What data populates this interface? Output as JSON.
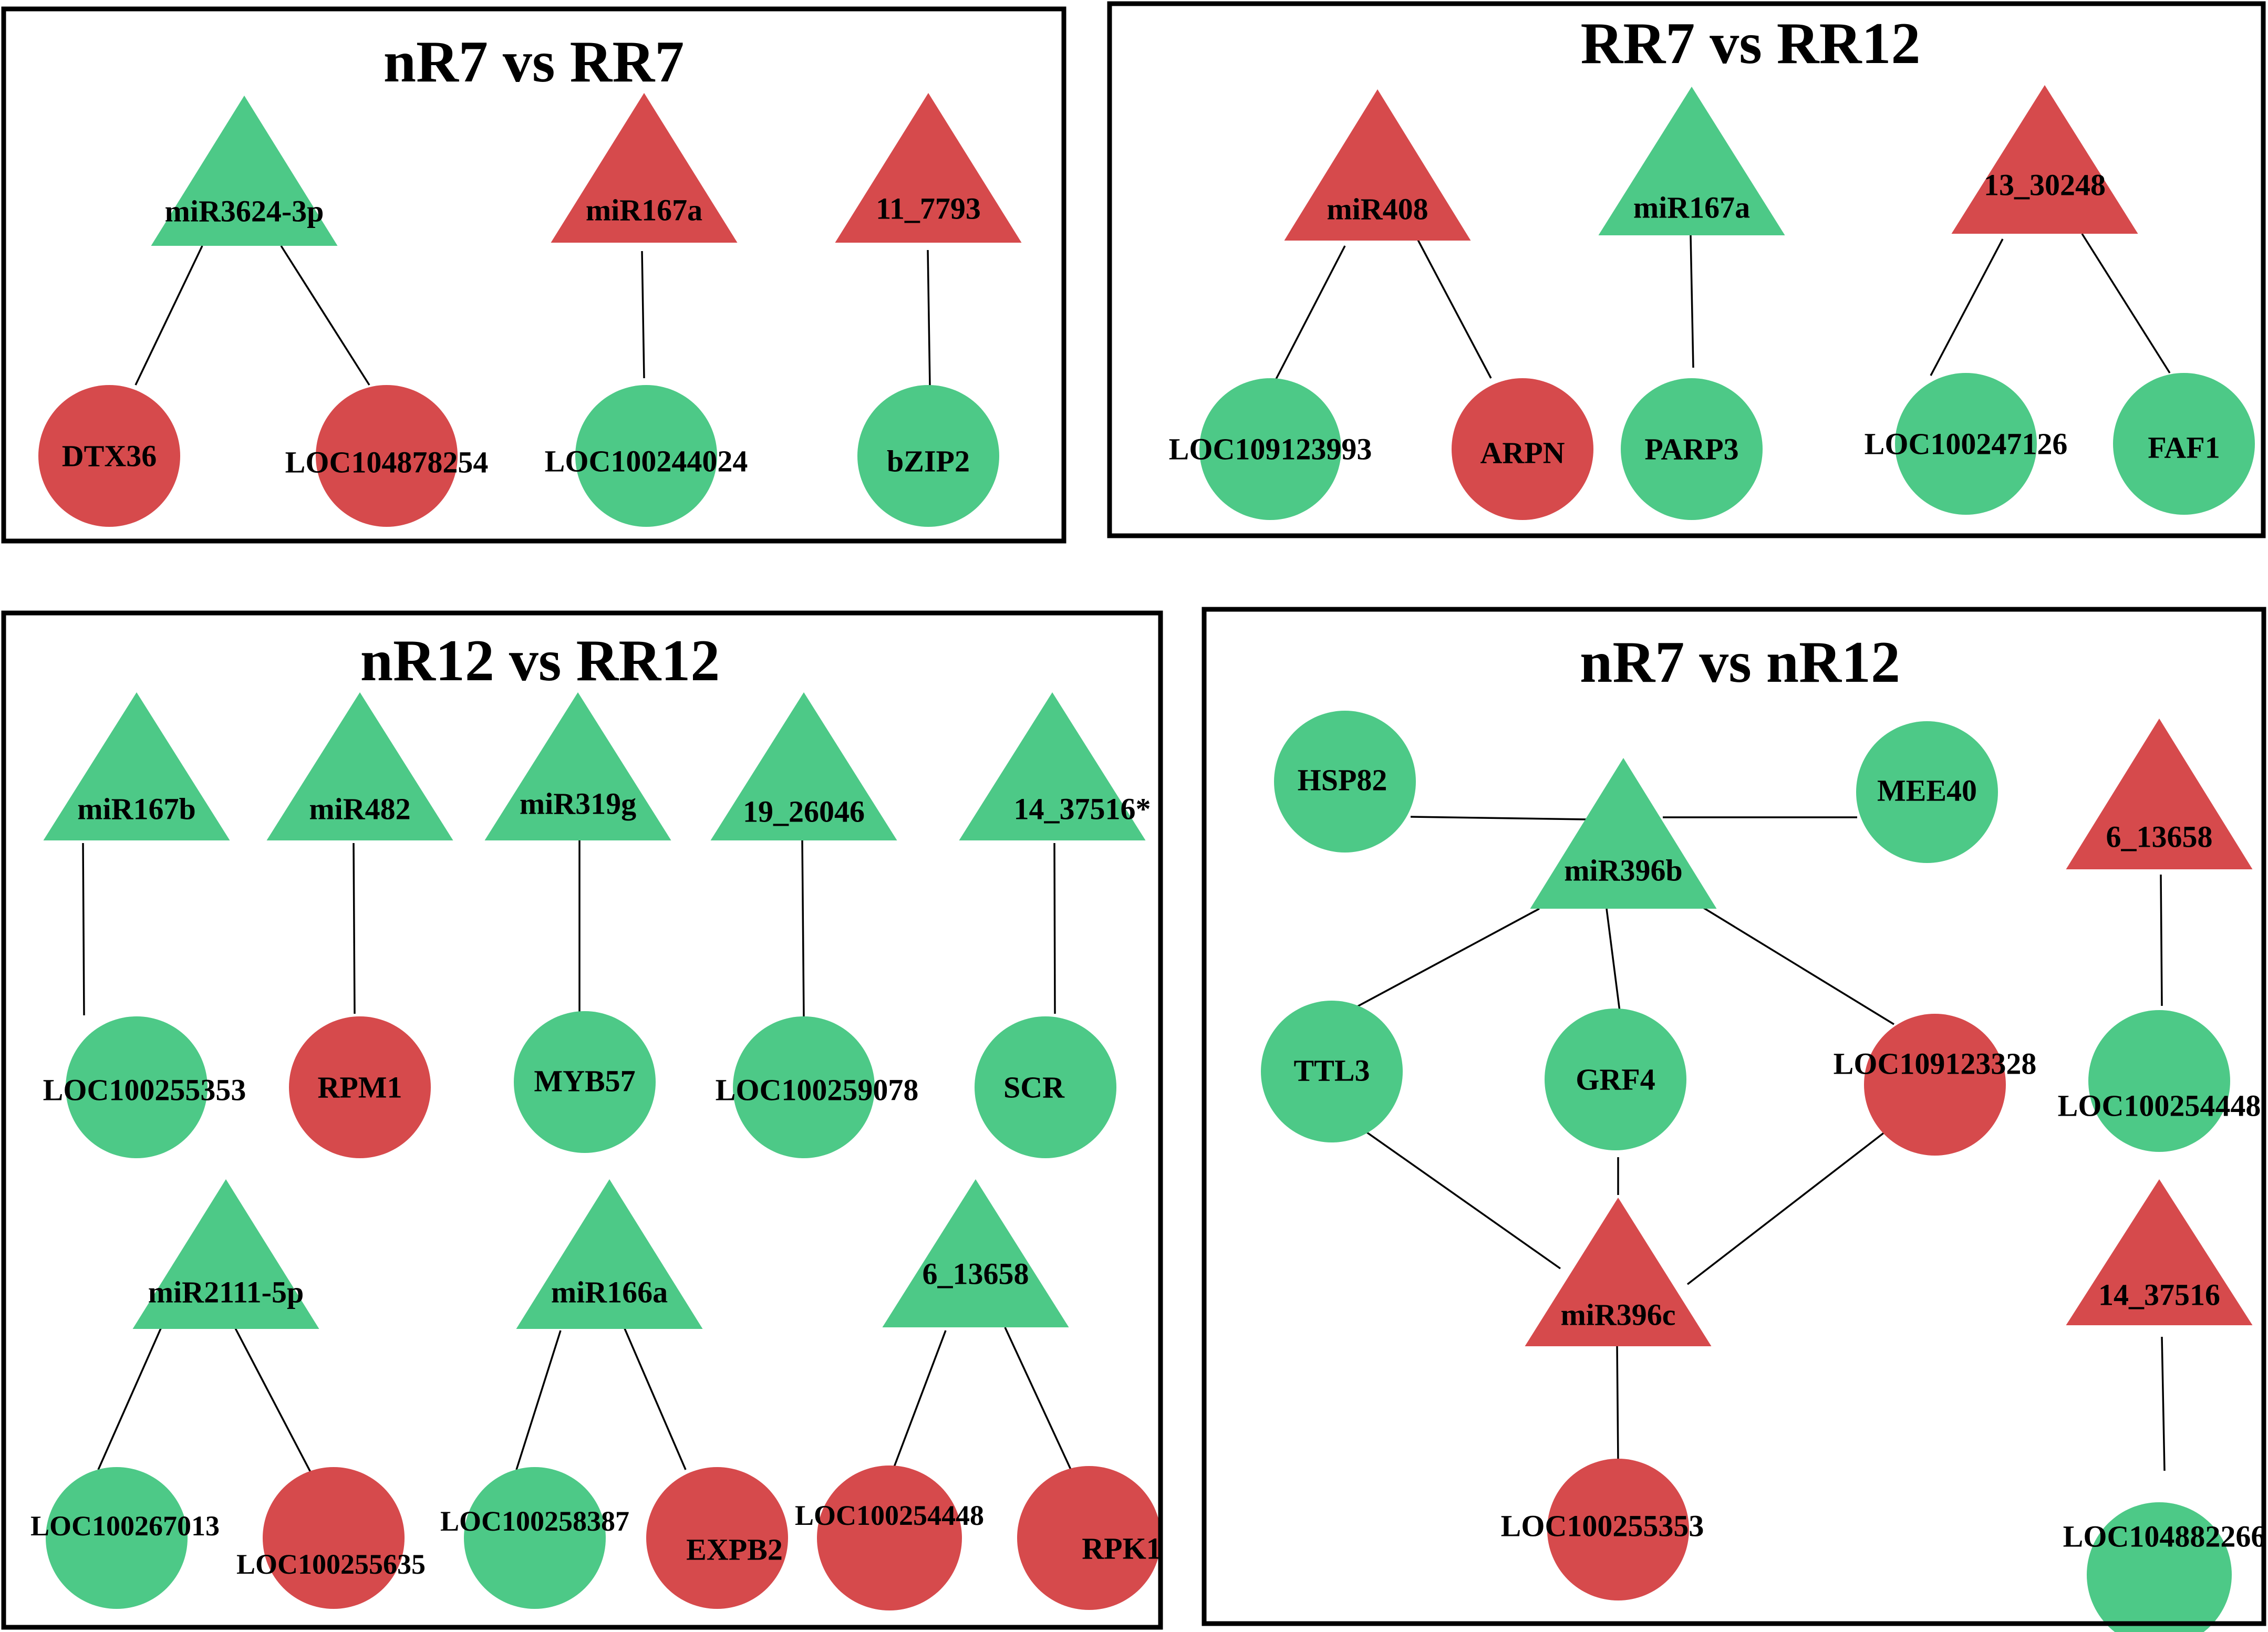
{
  "colors": {
    "down": "#4dc987",
    "up": "#d64a4c",
    "edge": "#000000",
    "frame": "#000000"
  },
  "panels": [
    {
      "title": "nR7 vs RR7",
      "nodes": [
        {
          "id": "a1",
          "label": "miR3624-3p",
          "shape": "triangle",
          "status": "down"
        },
        {
          "id": "a2",
          "label": "miR167a",
          "shape": "triangle",
          "status": "up"
        },
        {
          "id": "a3",
          "label": "11_7793",
          "shape": "triangle",
          "status": "up"
        },
        {
          "id": "a4",
          "label": "DTX36",
          "shape": "circle",
          "status": "up"
        },
        {
          "id": "a5",
          "label": "LOC104878254",
          "shape": "circle",
          "status": "up"
        },
        {
          "id": "a6",
          "label": "LOC100244024",
          "shape": "circle",
          "status": "down"
        },
        {
          "id": "a7",
          "label": "bZIP2",
          "shape": "circle",
          "status": "down"
        }
      ],
      "edges": [
        [
          "a1",
          "a4"
        ],
        [
          "a1",
          "a5"
        ],
        [
          "a2",
          "a6"
        ],
        [
          "a3",
          "a7"
        ]
      ]
    },
    {
      "title": "RR7 vs RR12",
      "nodes": [
        {
          "id": "b1",
          "label": "miR408",
          "shape": "triangle",
          "status": "up"
        },
        {
          "id": "b2",
          "label": "miR167a",
          "shape": "triangle",
          "status": "down"
        },
        {
          "id": "b3",
          "label": "13_30248",
          "shape": "triangle",
          "status": "up"
        },
        {
          "id": "b4",
          "label": "LOC109123993",
          "shape": "circle",
          "status": "down"
        },
        {
          "id": "b5",
          "label": "ARPN",
          "shape": "circle",
          "status": "up"
        },
        {
          "id": "b6",
          "label": "PARP3",
          "shape": "circle",
          "status": "down"
        },
        {
          "id": "b7",
          "label": "LOC100247126",
          "shape": "circle",
          "status": "down"
        },
        {
          "id": "b8",
          "label": "FAF1",
          "shape": "circle",
          "status": "down"
        }
      ],
      "edges": [
        [
          "b1",
          "b4"
        ],
        [
          "b1",
          "b5"
        ],
        [
          "b2",
          "b6"
        ],
        [
          "b3",
          "b7"
        ],
        [
          "b3",
          "b8"
        ]
      ]
    },
    {
      "title": "nR12 vs RR12",
      "nodes": [
        {
          "id": "c1",
          "label": "miR167b",
          "shape": "triangle",
          "status": "down"
        },
        {
          "id": "c2",
          "label": "miR482",
          "shape": "triangle",
          "status": "down"
        },
        {
          "id": "c3",
          "label": "miR319g",
          "shape": "triangle",
          "status": "down"
        },
        {
          "id": "c4",
          "label": "19_26046",
          "shape": "triangle",
          "status": "down"
        },
        {
          "id": "c5",
          "label": "14_37516*",
          "shape": "triangle",
          "status": "down"
        },
        {
          "id": "c6",
          "label": "LOC100255353",
          "shape": "circle",
          "status": "down"
        },
        {
          "id": "c7",
          "label": "RPM1",
          "shape": "circle",
          "status": "up"
        },
        {
          "id": "c8",
          "label": "MYB57",
          "shape": "circle",
          "status": "down"
        },
        {
          "id": "c9",
          "label": "LOC100259078",
          "shape": "circle",
          "status": "down"
        },
        {
          "id": "c10",
          "label": "SCR",
          "shape": "circle",
          "status": "down"
        },
        {
          "id": "c11",
          "label": "miR2111-5p",
          "shape": "triangle",
          "status": "down"
        },
        {
          "id": "c12",
          "label": "miR166a",
          "shape": "triangle",
          "status": "down"
        },
        {
          "id": "c13",
          "label": "6_13658",
          "shape": "triangle",
          "status": "down"
        },
        {
          "id": "c14",
          "label": "LOC100267013",
          "shape": "circle",
          "status": "down"
        },
        {
          "id": "c15",
          "label": "LOC100255635",
          "shape": "circle",
          "status": "up"
        },
        {
          "id": "c16",
          "label": "LOC100258387",
          "shape": "circle",
          "status": "down"
        },
        {
          "id": "c17",
          "label": "EXPB2",
          "shape": "circle",
          "status": "up"
        },
        {
          "id": "c18",
          "label": "LOC100254448",
          "shape": "circle",
          "status": "up"
        },
        {
          "id": "c19",
          "label": "RPK1",
          "shape": "circle",
          "status": "up"
        }
      ],
      "edges": [
        [
          "c1",
          "c6"
        ],
        [
          "c2",
          "c7"
        ],
        [
          "c3",
          "c8"
        ],
        [
          "c4",
          "c9"
        ],
        [
          "c5",
          "c10"
        ],
        [
          "c11",
          "c14"
        ],
        [
          "c11",
          "c15"
        ],
        [
          "c12",
          "c16"
        ],
        [
          "c12",
          "c17"
        ],
        [
          "c13",
          "c18"
        ],
        [
          "c13",
          "c19"
        ]
      ]
    },
    {
      "title": "nR7 vs nR12",
      "nodes": [
        {
          "id": "d1",
          "label": "HSP82",
          "shape": "circle",
          "status": "down"
        },
        {
          "id": "d2",
          "label": "MEE40",
          "shape": "circle",
          "status": "down"
        },
        {
          "id": "d3",
          "label": "miR396b",
          "shape": "triangle",
          "status": "down"
        },
        {
          "id": "d4",
          "label": "6_13658",
          "shape": "triangle",
          "status": "up"
        },
        {
          "id": "d5",
          "label": "TTL3",
          "shape": "circle",
          "status": "down"
        },
        {
          "id": "d6",
          "label": "GRF4",
          "shape": "circle",
          "status": "down"
        },
        {
          "id": "d7",
          "label": "LOC109123328",
          "shape": "circle",
          "status": "up"
        },
        {
          "id": "d8",
          "label": "LOC100254448",
          "shape": "circle",
          "status": "down"
        },
        {
          "id": "d9",
          "label": "miR396c",
          "shape": "triangle",
          "status": "up"
        },
        {
          "id": "d10",
          "label": "14_37516",
          "shape": "triangle",
          "status": "up"
        },
        {
          "id": "d11",
          "label": "LOC100255353",
          "shape": "circle",
          "status": "up"
        },
        {
          "id": "d12",
          "label": "LOC104882266",
          "shape": "circle",
          "status": "down"
        }
      ],
      "edges": [
        [
          "d1",
          "d3"
        ],
        [
          "d2",
          "d3"
        ],
        [
          "d3",
          "d5"
        ],
        [
          "d3",
          "d6"
        ],
        [
          "d3",
          "d7"
        ],
        [
          "d5",
          "d9"
        ],
        [
          "d6",
          "d9"
        ],
        [
          "d7",
          "d9"
        ],
        [
          "d9",
          "d11"
        ],
        [
          "d4",
          "d8"
        ],
        [
          "d10",
          "d12"
        ]
      ]
    }
  ]
}
